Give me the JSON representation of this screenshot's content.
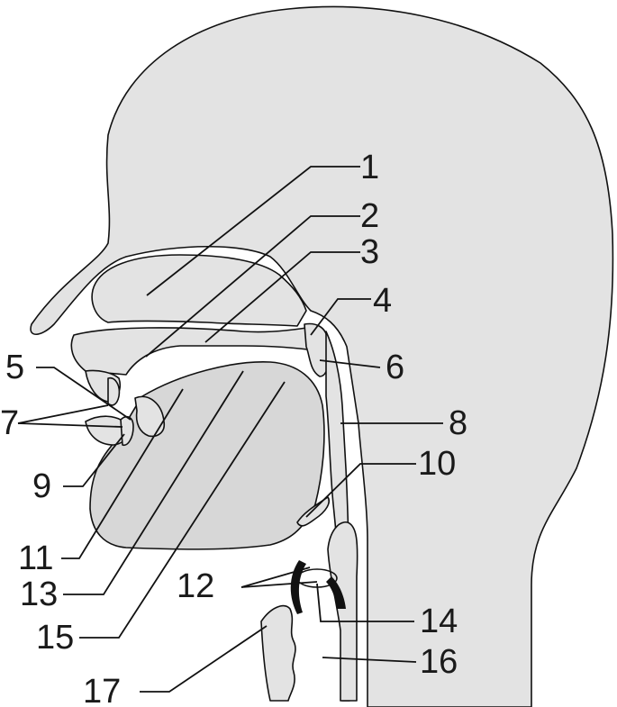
{
  "diagram": {
    "labels": [
      "1",
      "2",
      "3",
      "4",
      "5",
      "6",
      "7",
      "8",
      "9",
      "10",
      "11",
      "12",
      "13",
      "14",
      "15",
      "16",
      "17"
    ],
    "fill_color": "#e3e3e3",
    "mouth_fill_color": "#d7d7d7",
    "line_color": "#111111",
    "fold_color": "#111111"
  }
}
